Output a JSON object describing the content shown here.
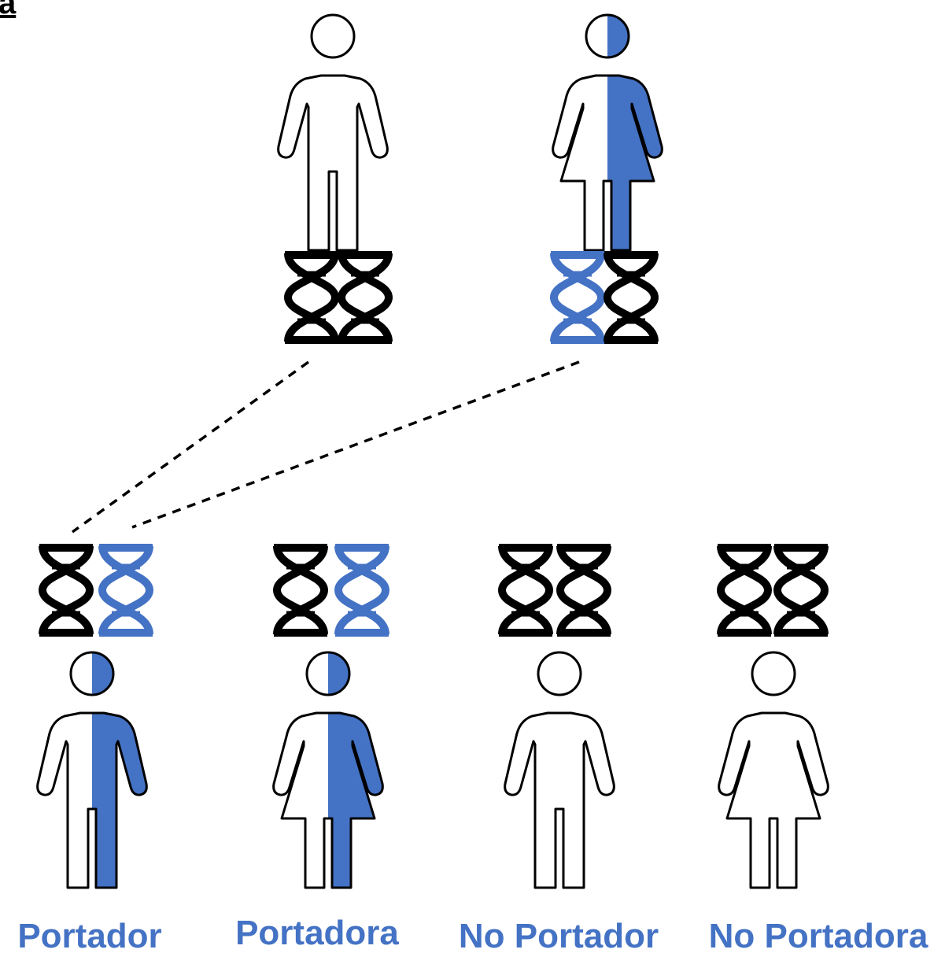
{
  "corner_label": "a",
  "colors": {
    "carrier": "#4472c4",
    "normal": "#000000",
    "outline": "#000000",
    "label": "#4472c4"
  },
  "parents": [
    {
      "id": "father",
      "sex": "male",
      "carrier": false,
      "chromosomes": [
        "normal",
        "normal"
      ]
    },
    {
      "id": "mother",
      "sex": "female",
      "carrier": true,
      "chromosomes": [
        "carrier",
        "normal"
      ]
    }
  ],
  "children": [
    {
      "id": "child-1",
      "sex": "male",
      "carrier": true,
      "chromosomes": [
        "normal",
        "carrier"
      ],
      "label": "Portador"
    },
    {
      "id": "child-2",
      "sex": "female",
      "carrier": true,
      "chromosomes": [
        "normal",
        "carrier"
      ],
      "label": "Portadora"
    },
    {
      "id": "child-3",
      "sex": "male",
      "carrier": false,
      "chromosomes": [
        "normal",
        "normal"
      ],
      "label": "No Portador"
    },
    {
      "id": "child-4",
      "sex": "female",
      "carrier": false,
      "chromosomes": [
        "normal",
        "normal"
      ],
      "label": "No Portadora"
    }
  ],
  "inheritance_lines": [
    {
      "from": "father",
      "to": "child-1"
    },
    {
      "from": "mother",
      "to": "child-1"
    }
  ]
}
